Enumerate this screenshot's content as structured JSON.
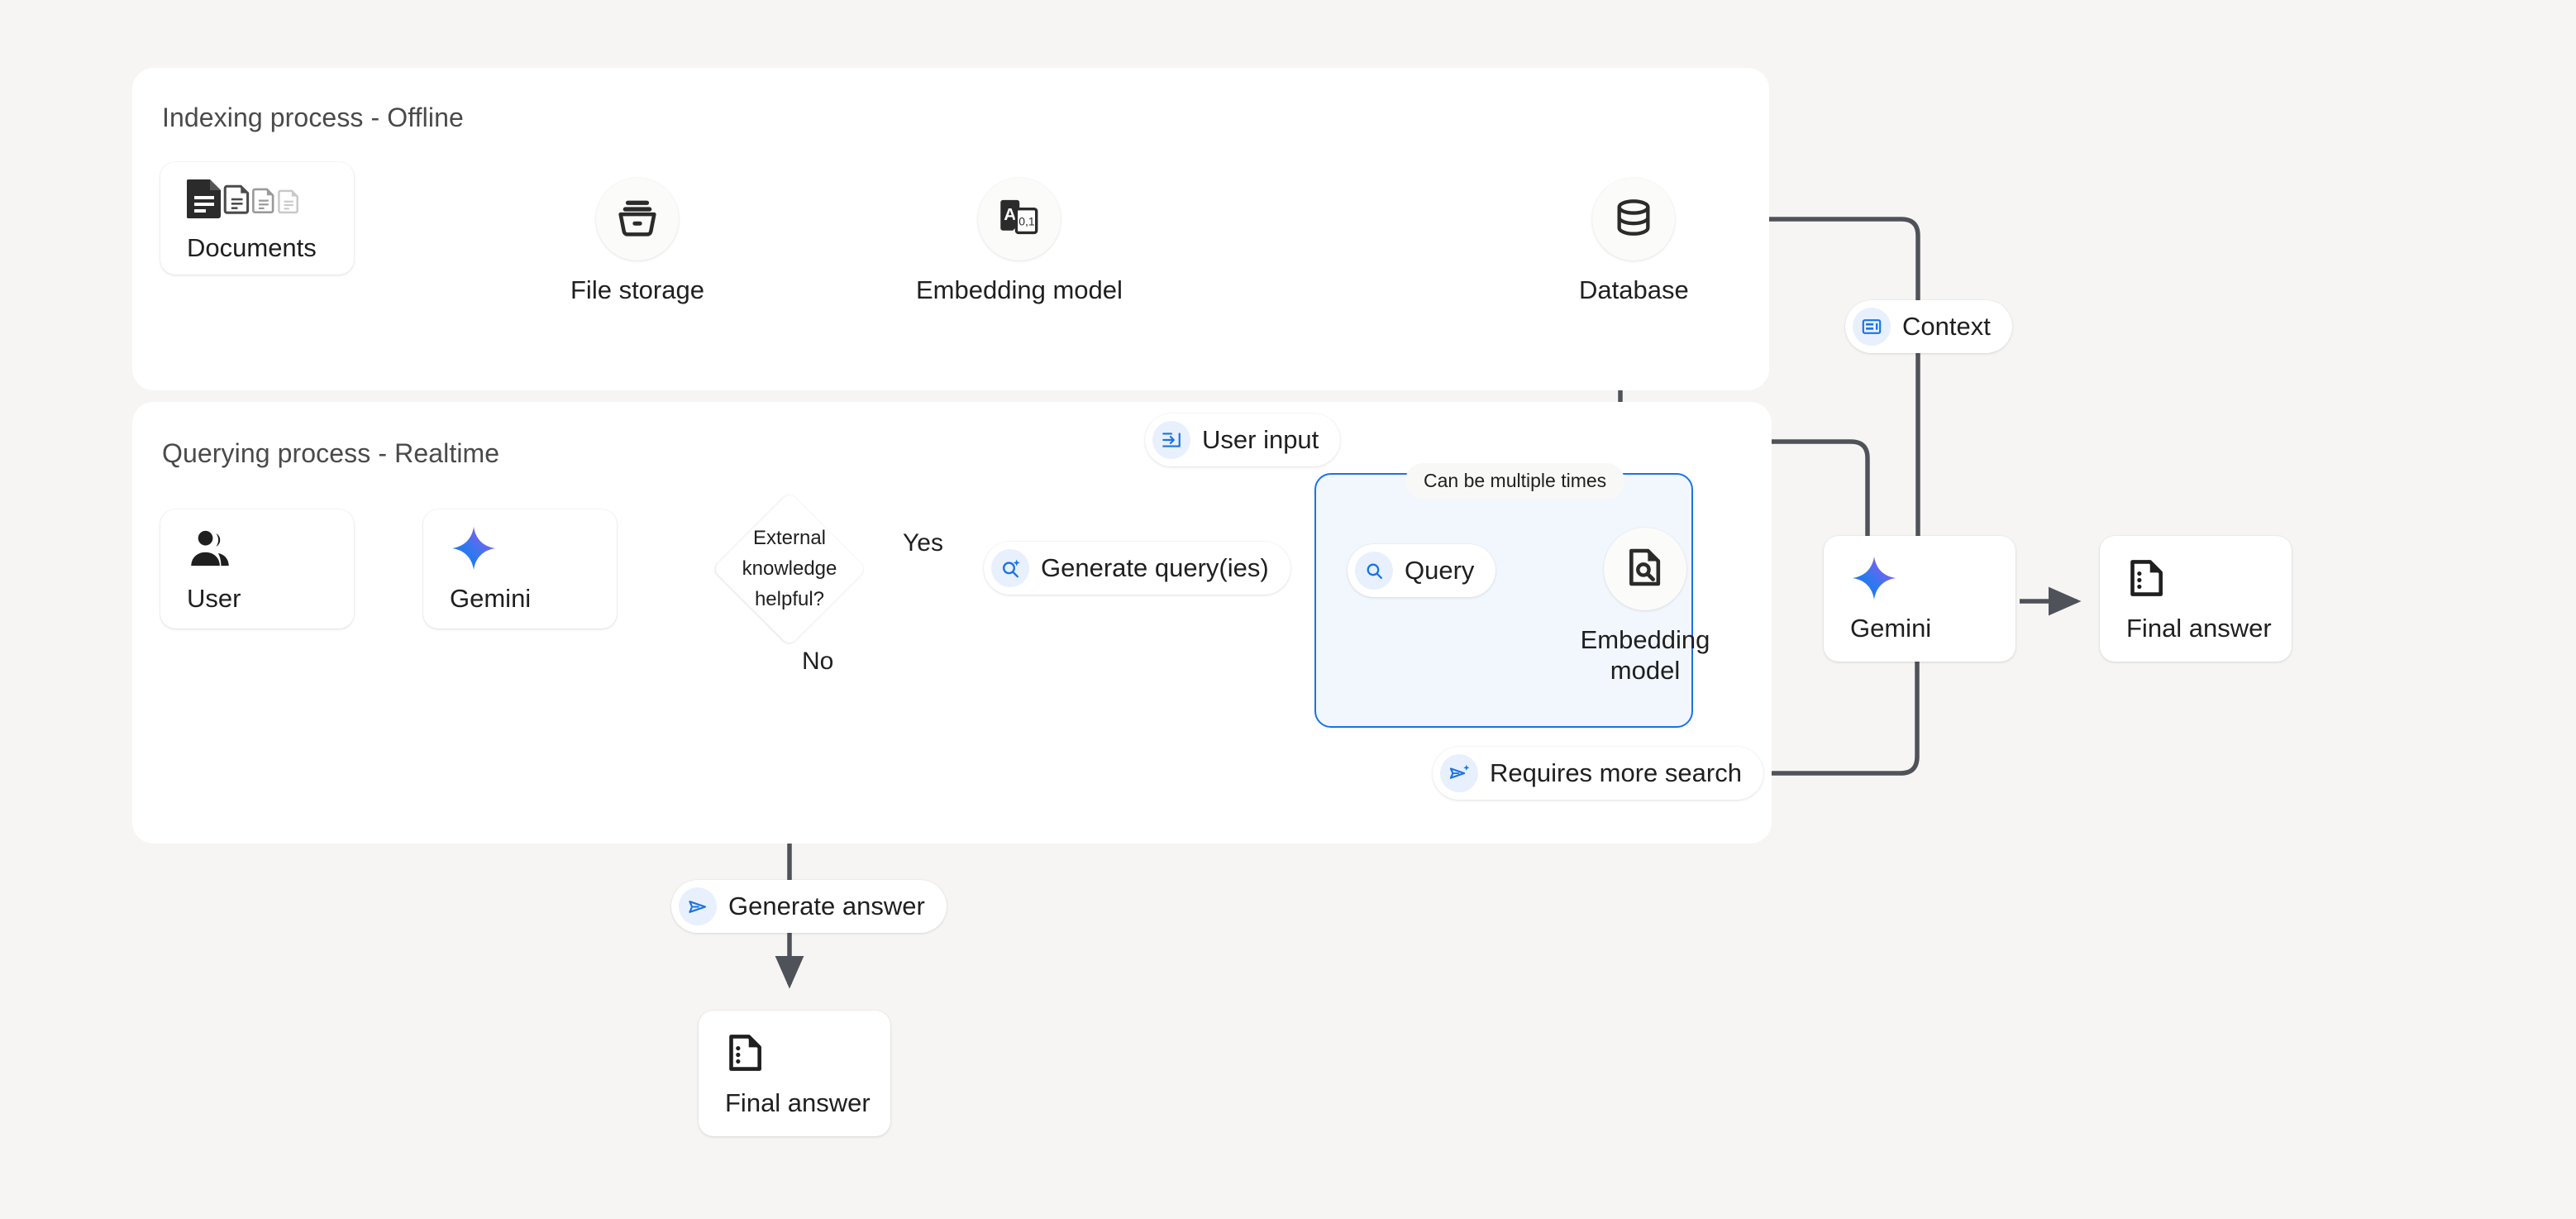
{
  "background_color": "#f6f5f3",
  "accent_color": "#1a73e8",
  "panels": [
    {
      "title": "Indexing process - Offline"
    },
    {
      "title": "Querying process - Realtime"
    }
  ],
  "indexing": {
    "documents": {
      "label": "Documents",
      "icon": "documents-icon"
    },
    "file_storage": {
      "label": "File storage",
      "icon": "file-storage-icon"
    },
    "embedding_model": {
      "label": "Embedding model",
      "icon": "embedding-model-icon"
    },
    "database": {
      "label": "Database",
      "icon": "database-icon"
    }
  },
  "querying": {
    "user": {
      "label": "User",
      "icon": "user-icon"
    },
    "gemini_left": {
      "label": "Gemini",
      "icon": "gemini-sparkle-icon"
    },
    "decision": {
      "label": "External knowledge helpful?",
      "lines": [
        "External",
        "knowledge",
        "helpful?"
      ]
    },
    "yes_label": "Yes",
    "no_label": "No",
    "generate_queries": {
      "label": "Generate query(ies)",
      "icon": "search-sparkle-icon"
    },
    "loop_note": "Can be multiple times",
    "query": {
      "label": "Query",
      "icon": "search-icon"
    },
    "embedding_model": {
      "label": "Embedding model",
      "lines": [
        "Embedding",
        "model"
      ],
      "icon": "document-search-icon"
    },
    "requires_more_search": {
      "label": "Requires more search",
      "icon": "send-sparkle-icon"
    },
    "gemini_right": {
      "label": "Gemini",
      "icon": "gemini-sparkle-icon"
    },
    "final_answer_right": {
      "label": "Final answer",
      "icon": "answer-document-icon"
    },
    "generate_answer": {
      "label": "Generate answer",
      "icon": "send-icon"
    },
    "final_answer_bottom": {
      "label": "Final answer",
      "icon": "answer-document-icon"
    }
  },
  "connectors": {
    "user_input": {
      "label": "User input",
      "icon": "input-icon"
    },
    "context": {
      "label": "Context",
      "icon": "context-icon"
    }
  }
}
